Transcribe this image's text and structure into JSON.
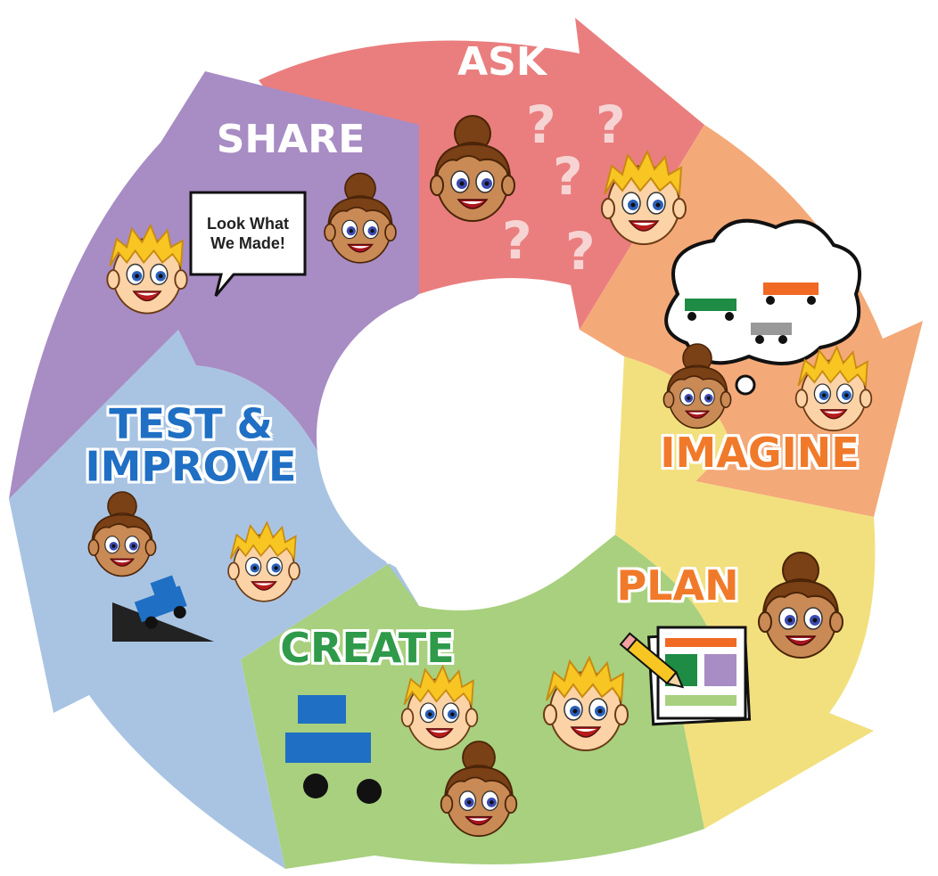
{
  "diagram": {
    "stages": [
      {
        "id": "ask",
        "label": "ASK",
        "color": "#ea7e7e"
      },
      {
        "id": "imagine",
        "label": "IMAGINE",
        "color": "#f4a978"
      },
      {
        "id": "plan",
        "label": "PLAN",
        "color": "#f2e07e"
      },
      {
        "id": "create",
        "label": "CREATE",
        "color": "#a8d07e"
      },
      {
        "id": "test_improve",
        "label": "TEST &\nIMPROVE",
        "color": "#a9c4e2"
      },
      {
        "id": "share",
        "label": "SHARE",
        "color": "#a88cc4"
      }
    ],
    "speech_bubble": {
      "line1": "Look What",
      "line2": "We Made!"
    },
    "question_mark": "?",
    "colors": {
      "boy_hair": "#f7c623",
      "girl_hair": "#7a4016",
      "skin_boy": "#fbd3a6",
      "skin_girl": "#c98a55",
      "block_blue": "#1f6fc4"
    }
  }
}
